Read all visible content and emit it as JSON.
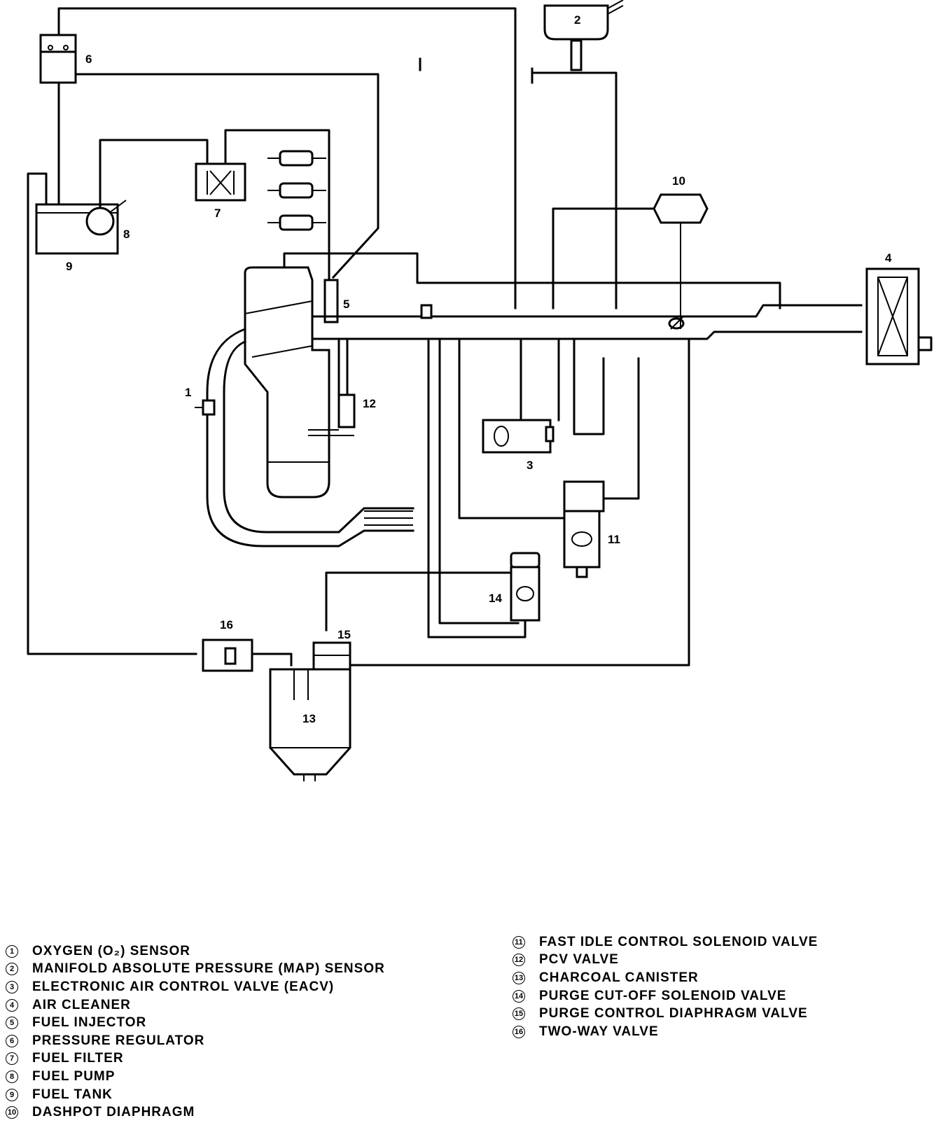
{
  "diagram": {
    "labels": {
      "c1": "1",
      "c2": "2",
      "c3": "3",
      "c4": "4",
      "c5": "5",
      "c6": "6",
      "c7": "7",
      "c8": "8",
      "c9": "9",
      "c10": "10",
      "c11": "11",
      "c12": "12",
      "c13": "13",
      "c14": "14",
      "c15": "15",
      "c16": "16"
    }
  },
  "legend": {
    "left": [
      {
        "num": "1",
        "text": "OXYGEN (O₂) SENSOR"
      },
      {
        "num": "2",
        "text": "MANIFOLD ABSOLUTE PRESSURE (MAP) SENSOR"
      },
      {
        "num": "3",
        "text": "ELECTRONIC AIR CONTROL VALVE (EACV)"
      },
      {
        "num": "4",
        "text": "AIR CLEANER"
      },
      {
        "num": "5",
        "text": "FUEL INJECTOR"
      },
      {
        "num": "6",
        "text": "PRESSURE REGULATOR"
      },
      {
        "num": "7",
        "text": "FUEL FILTER"
      },
      {
        "num": "8",
        "text": "FUEL PUMP"
      },
      {
        "num": "9",
        "text": "FUEL TANK"
      },
      {
        "num": "10",
        "text": "DASHPOT DIAPHRAGM"
      }
    ],
    "right": [
      {
        "num": "11",
        "text": "FAST IDLE CONTROL SOLENOID VALVE"
      },
      {
        "num": "12",
        "text": "PCV VALVE"
      },
      {
        "num": "13",
        "text": "CHARCOAL CANISTER"
      },
      {
        "num": "14",
        "text": "PURGE CUT-OFF SOLENOID VALVE"
      },
      {
        "num": "15",
        "text": "PURGE CONTROL DIAPHRAGM VALVE"
      },
      {
        "num": "16",
        "text": "TWO-WAY VALVE"
      }
    ]
  }
}
